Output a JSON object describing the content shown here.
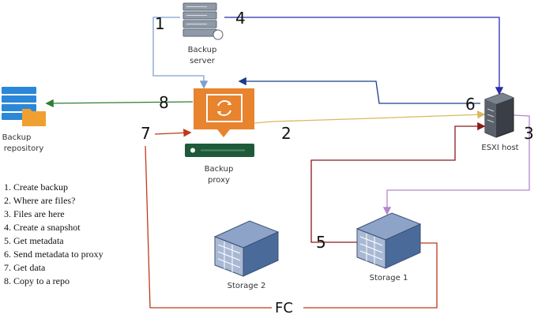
{
  "nodes": {
    "backup_server": {
      "line1": "Backup",
      "line2": "server"
    },
    "backup_proxy": {
      "line1": "Backup",
      "line2": "proxy"
    },
    "backup_repository": {
      "line1": "Backup",
      "line2": "repository"
    },
    "esxi_host": {
      "label": "ESXI host"
    },
    "storage1": {
      "label": "Storage 1"
    },
    "storage2": {
      "label": "Storage 2"
    }
  },
  "step_numbers": {
    "s1": "1",
    "s2": "2",
    "s3": "3",
    "s4": "4",
    "s5": "5",
    "s6": "6",
    "s7": "7",
    "s8": "8"
  },
  "fc_label": "FC",
  "legend": [
    "1. Create backup",
    "2. Where are files?",
    "3. Files are here",
    "4. Create a snapshot",
    "5. Get metadata",
    "6. Send metadata to proxy",
    "7. Get data",
    "8. Copy to a repo"
  ],
  "colors": {
    "step1": "#7da0d0",
    "step2": "#d8b860",
    "step3": "#b487c9",
    "step4": "#2b2bb0",
    "step5": "#8b1a1a",
    "step6": "#1a3d8b",
    "step7": "#c0391b",
    "step8": "#2e7d32",
    "fc": "#c0391b",
    "proxy_orange": "#e8832e",
    "proxy_green": "#1e5a3a",
    "repo_blue": "#2b88d8",
    "repo_orange": "#f0a030",
    "storage_blue": "#4a6a9a"
  },
  "icons": {
    "backup_server": "server-rack-icon",
    "backup_proxy": "proxy-sync-icon",
    "backup_repository": "repository-icon",
    "esxi_host": "esxi-server-icon",
    "storage": "storage-array-icon"
  }
}
